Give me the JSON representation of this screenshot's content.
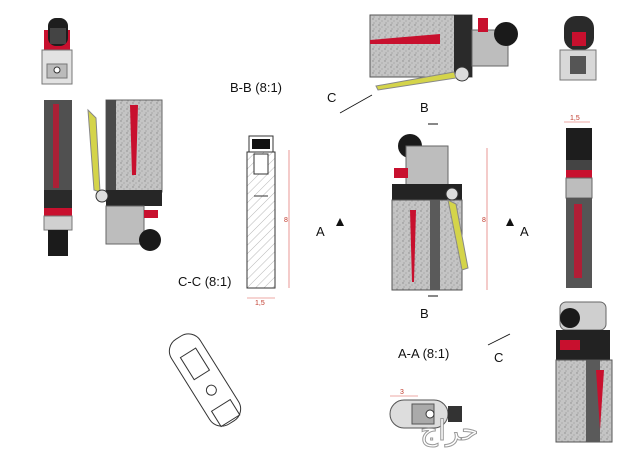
{
  "sections": {
    "bb": "B-B (8:1)",
    "cc": "C-C (8:1)",
    "aa": "A-A (8:1)"
  },
  "markers": {
    "a": "A",
    "b": "B",
    "c": "C"
  },
  "dimensions": {
    "height": "8",
    "width": "1,5",
    "width_small": "3"
  },
  "watermark": "حراج",
  "colors": {
    "red": "#c8102e",
    "dark": "#2b2b2b",
    "steel": "#6e6e6e",
    "light": "#bdbdbd",
    "dim": "#d9534f",
    "yellow": "#d4d44a"
  }
}
